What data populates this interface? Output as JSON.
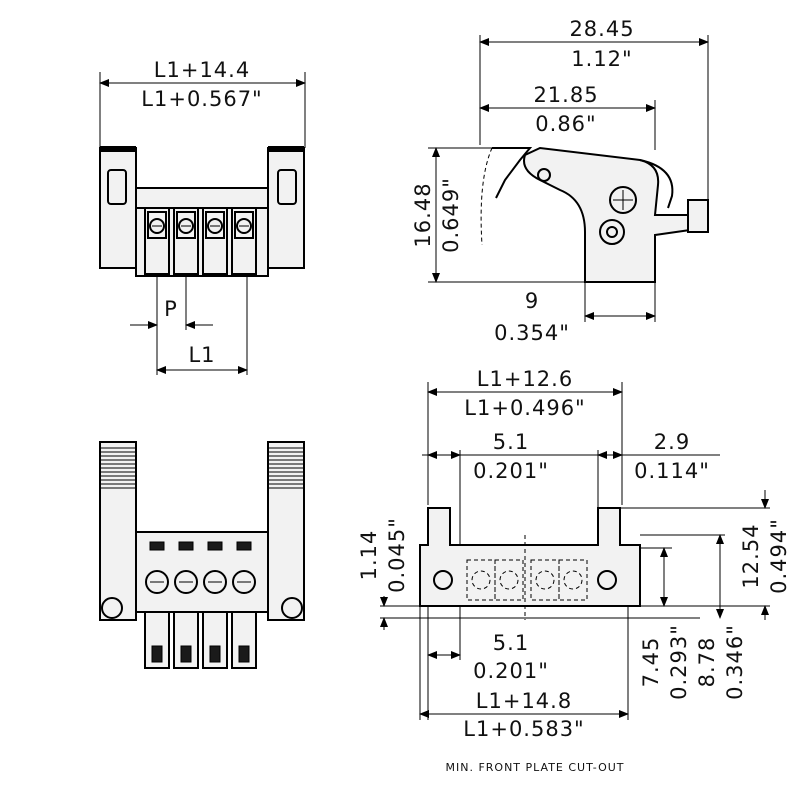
{
  "views": {
    "front_top": {
      "overall_mm": "L1+14.4",
      "overall_in": "L1+0.567\"",
      "pitch_label": "P",
      "length_label": "L1"
    },
    "side": {
      "overall_mm": "28.45",
      "overall_in": "1.12\"",
      "reach_mm": "21.85",
      "reach_in": "0.86\"",
      "height_mm": "16.48",
      "height_in": "0.649\"",
      "base_mm": "9",
      "base_in": "0.354\""
    },
    "cutout": {
      "top_mm": "L1+12.6",
      "top_in": "L1+0.496\"",
      "left_mm": "5.1",
      "left_in": "0.201\"",
      "right_mm": "2.9",
      "right_in": "0.114\"",
      "offset_mm": "1.14",
      "offset_in": "0.045\"",
      "height_mm": "12.54",
      "height_in": "0.494\"",
      "lower_mm": "7.45",
      "lower_in": "0.293\"",
      "mid_mm": "8.78",
      "mid_in": "0.346\"",
      "bottom_left_mm": "5.1",
      "bottom_left_in": "0.201\"",
      "bottom_mm": "L1+14.8",
      "bottom_in": "L1+0.583\""
    }
  },
  "caption": "MIN. FRONT PLATE CUT-OUT"
}
